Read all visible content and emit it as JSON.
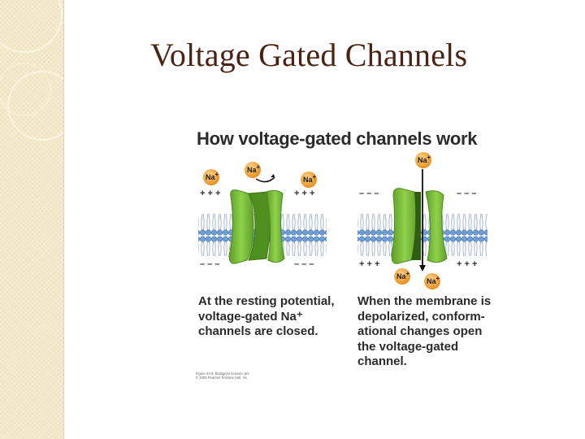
{
  "slide": {
    "title": "Voltage Gated Channels"
  },
  "figure": {
    "heading": "How voltage-gated channels work",
    "ion_label": "Na",
    "ion_charge": "+",
    "caption_left": "At the resting potential,\nvoltage-gated Na⁺\nchannels are closed.",
    "caption_right": "When the membrane is\ndepolarized, conform-\national changes open\nthe voltage-gated\nchannel.",
    "credit": "Figure 43-9, Biological Science, 2/e\n© 2005 Pearson Prentice Hall, Inc.",
    "left_top_signs": "+ + +",
    "left_bottom_signs": "– – –",
    "right_top_signs": "– – –",
    "right_bottom_signs": "+ + +"
  },
  "colors": {
    "title": "#4a2314",
    "channel_green": "#7cbf3a",
    "ion_orange": "#f2a33a",
    "membrane_blue": "#6f9fd8"
  }
}
